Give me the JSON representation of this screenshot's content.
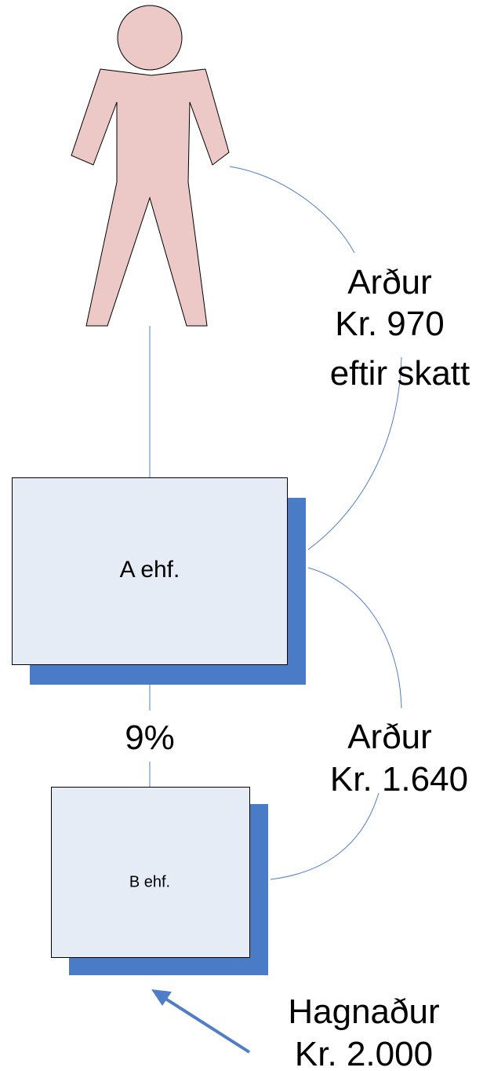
{
  "diagram": {
    "person": {
      "icon": "person-icon",
      "fill": "#ecc8c6",
      "stroke": "#000000"
    },
    "company_a": {
      "label": "A ehf.",
      "fill": "#e6ecf6",
      "shadow": "#4a7bc6"
    },
    "company_b": {
      "label": "B ehf.",
      "fill": "#e6ecf6",
      "shadow": "#4a7bc6"
    },
    "ownership": {
      "label": "9%"
    },
    "dividend_a_to_person": {
      "line1": "Arður",
      "line2": "Kr. 970",
      "line3": "eftir skatt"
    },
    "dividend_b_to_a": {
      "line1": "Arður",
      "line2": "Kr. 1.640"
    },
    "profit": {
      "line1": "Hagnaður",
      "line2": "Kr. 2.000"
    },
    "connector_color": "#4f7ec7"
  }
}
